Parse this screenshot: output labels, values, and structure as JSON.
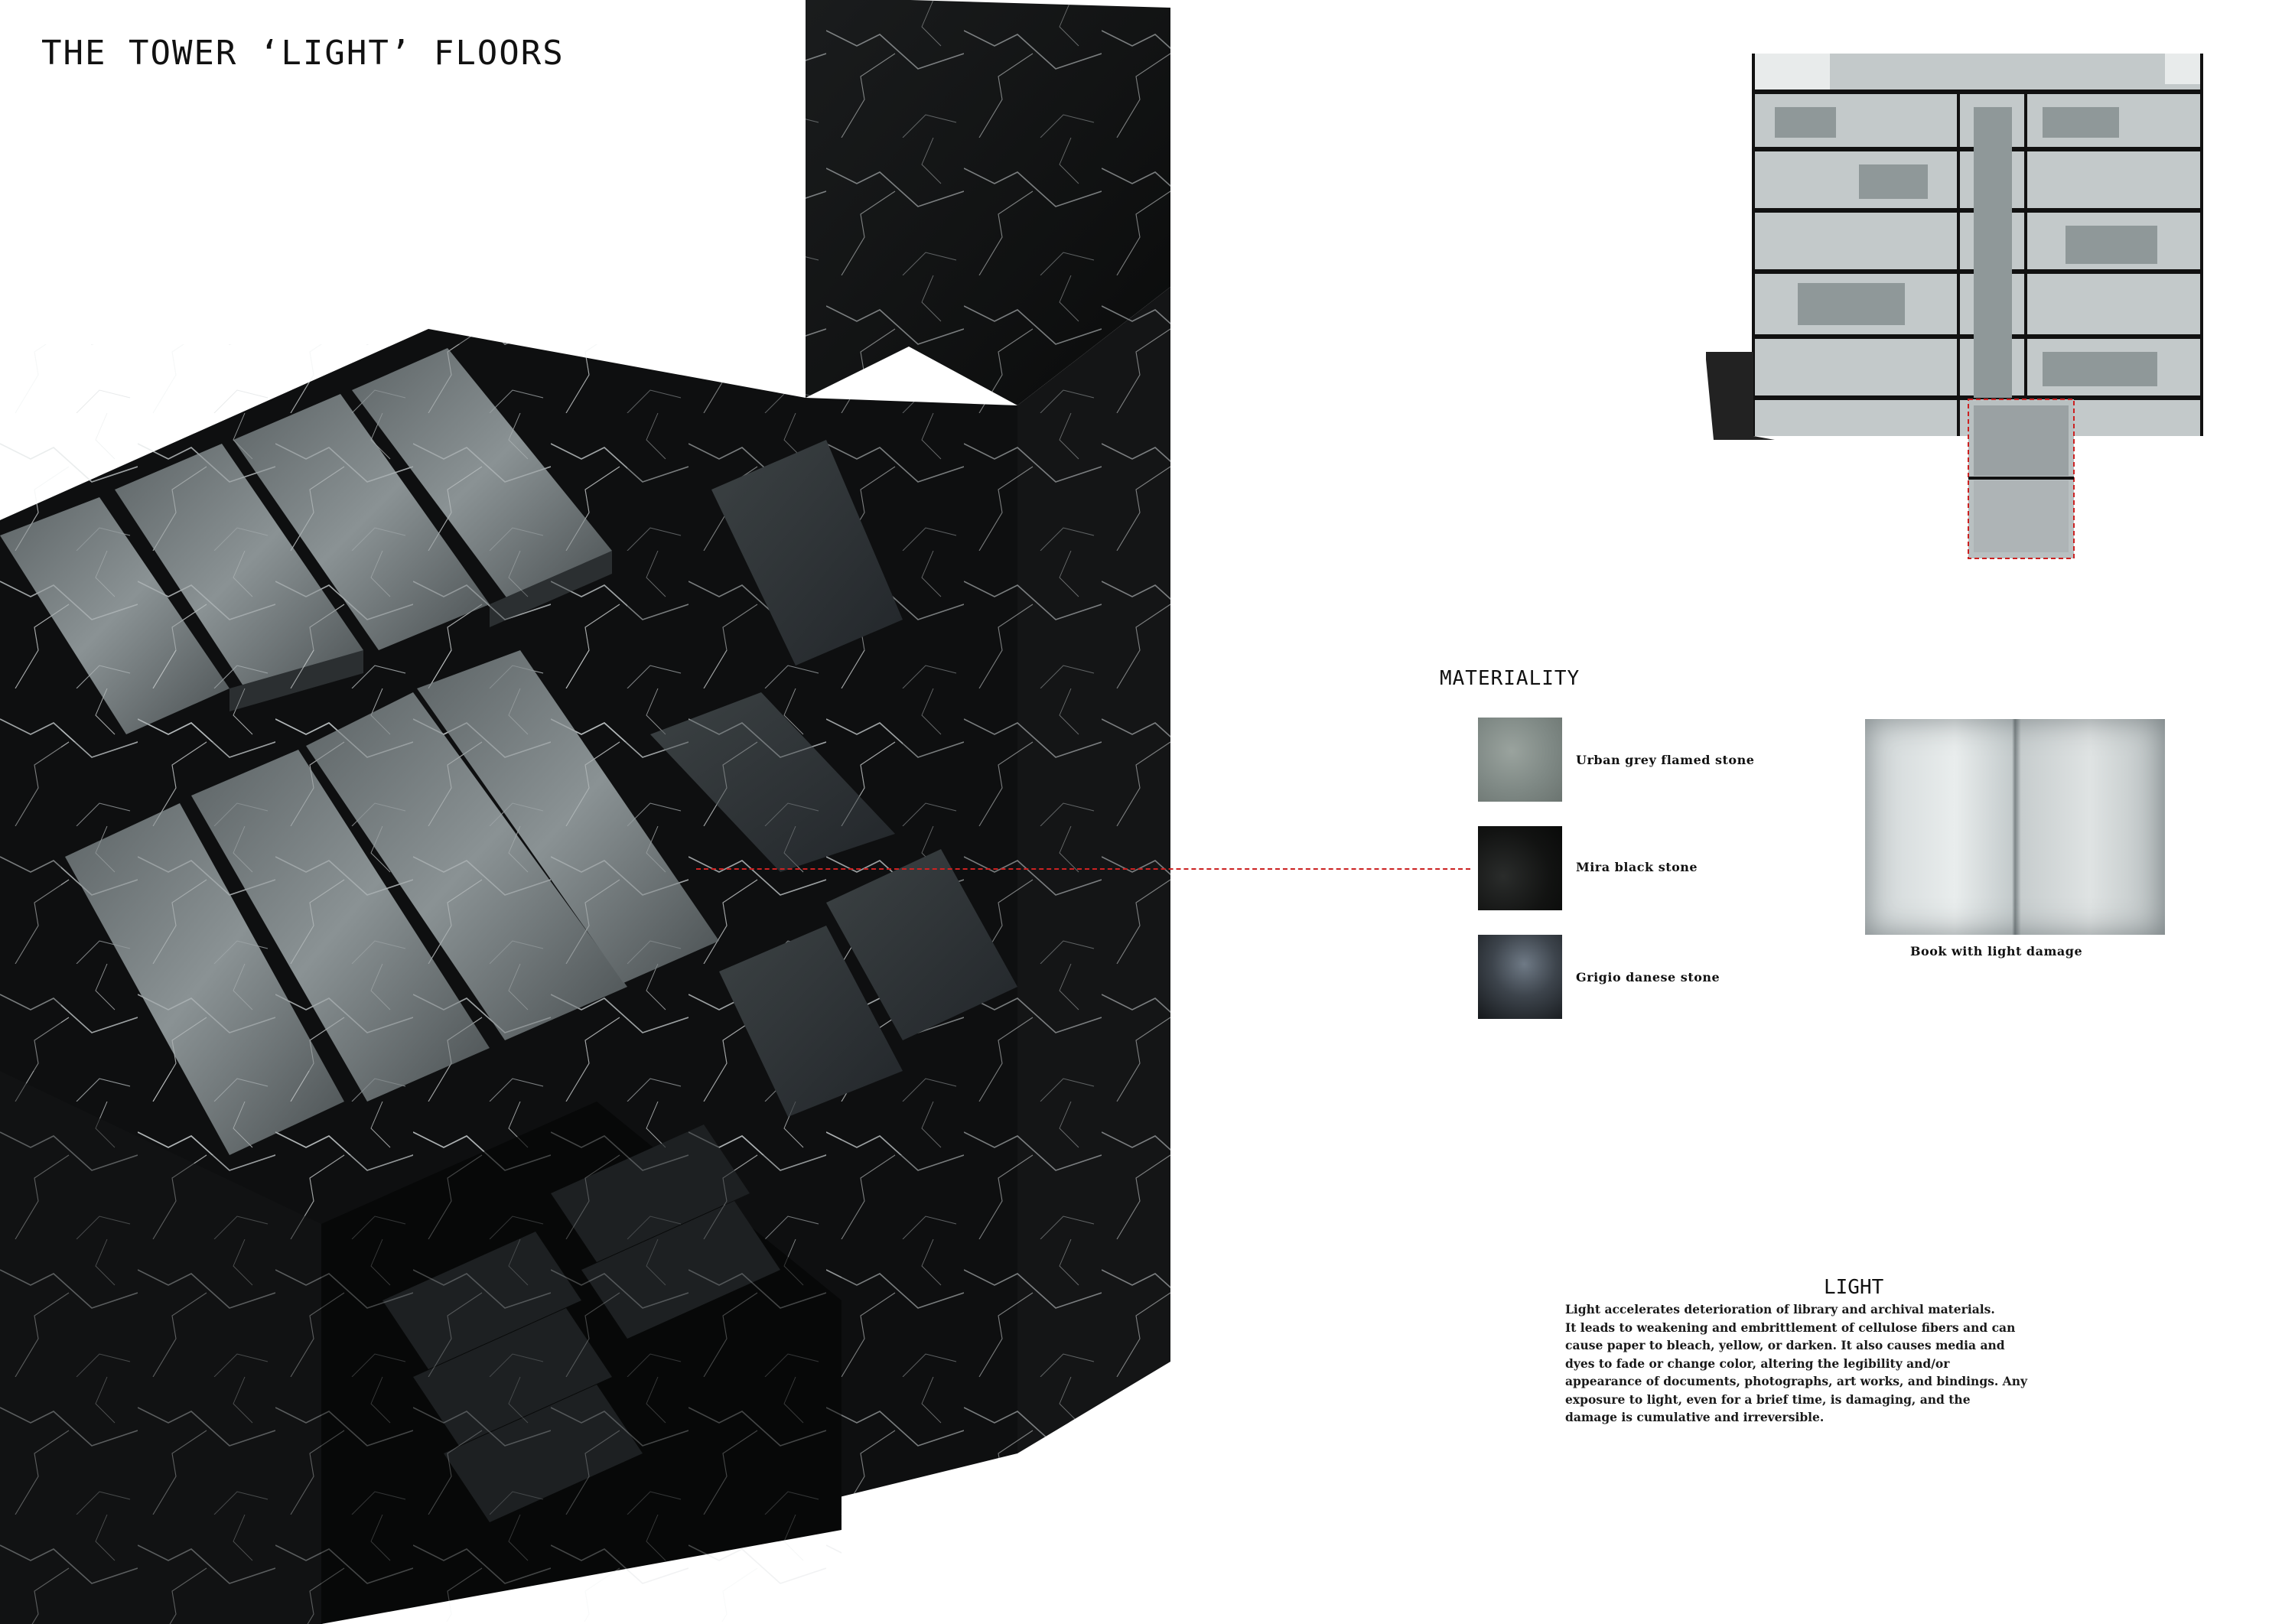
{
  "title": "THE TOWER ‘LIGHT’ FLOORS",
  "materiality": {
    "heading": "MATERIALITY",
    "materials": [
      {
        "label": "Urban grey flamed stone",
        "icon": "urban-grey-flamed-stone-swatch"
      },
      {
        "label": "Mira black stone",
        "icon": "mira-black-stone-swatch"
      },
      {
        "label": "Grigio danese stone",
        "icon": "grigio-danese-stone-swatch"
      }
    ],
    "reference_image_caption": "Book with light damage"
  },
  "light": {
    "heading": "LIGHT",
    "body": "Light accelerates deterioration of library and archival materials.\nIt leads to weakening and embrittlement of cellulose fibers and can\ncause paper to bleach, yellow, or darken. It also causes media and\ndyes to fade or change color, altering the legibility and/or\nappearance of documents, photographs, art works, and bindings. Any\nexposure to light, even for a brief time, is damaging, and the\ndamage is cumulative and irreversible."
  },
  "colors": {
    "marble_dark": "#0f1011",
    "marble_mid": "#2a2d2f",
    "marble_light": "#7d8587",
    "leader_red": "#cc2222"
  }
}
